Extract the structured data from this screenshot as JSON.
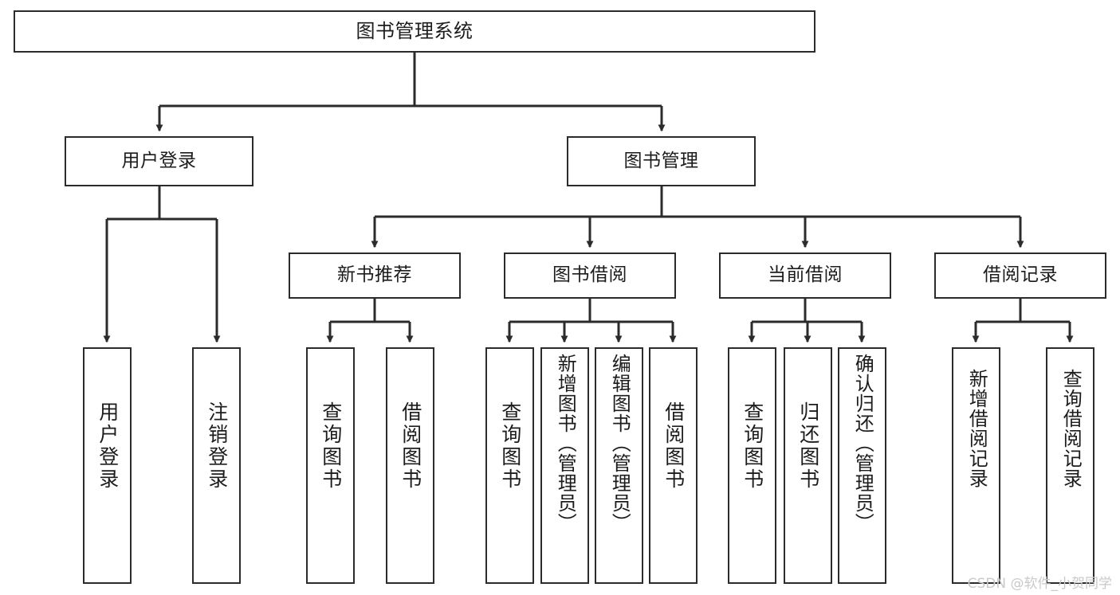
{
  "diagram": {
    "title": "图书管理系统",
    "type": "tree",
    "style": {
      "background": "#ffffff",
      "node_fill": "#ffffff",
      "node_border": "#2b2b2b",
      "edge_color": "#2b2b2b",
      "text_color": "#1c1c1c",
      "watermark_color": "#c9c9c9"
    },
    "levels": {
      "root": {
        "label": "图书管理系统"
      },
      "level2": [
        {
          "id": "user-login",
          "label": "用户登录"
        },
        {
          "id": "book-management",
          "label": "图书管理"
        }
      ],
      "level3": [
        {
          "id": "new-book-recommend",
          "label": "新书推荐",
          "parent": "book-management"
        },
        {
          "id": "book-borrow",
          "label": "图书借阅",
          "parent": "book-management"
        },
        {
          "id": "current-borrow",
          "label": "当前借阅",
          "parent": "book-management"
        },
        {
          "id": "borrow-record",
          "label": "借阅记录",
          "parent": "book-management"
        }
      ],
      "leaves": {
        "user-login": [
          {
            "id": "leaf-user-login",
            "label": "用户登录"
          },
          {
            "id": "leaf-user-logout",
            "label": "注销登录"
          }
        ],
        "new-book-recommend": [
          {
            "id": "leaf-query-book-1",
            "label": "查询图书"
          },
          {
            "id": "leaf-borrow-book-1",
            "label": "借阅图书"
          }
        ],
        "book-borrow": [
          {
            "id": "leaf-query-book-2",
            "label": "查询图书"
          },
          {
            "id": "leaf-add-book",
            "label": "新增图书（管理员）"
          },
          {
            "id": "leaf-edit-book",
            "label": "编辑图书（管理员）"
          },
          {
            "id": "leaf-borrow-book-2",
            "label": "借阅图书"
          }
        ],
        "current-borrow": [
          {
            "id": "leaf-query-book-3",
            "label": "查询图书"
          },
          {
            "id": "leaf-return-book",
            "label": "归还图书"
          },
          {
            "id": "leaf-confirm-return",
            "label": "确认归还（管理员）"
          }
        ],
        "borrow-record": [
          {
            "id": "leaf-add-record",
            "label": "新增借阅记录"
          },
          {
            "id": "leaf-query-record",
            "label": "查询借阅记录"
          }
        ]
      }
    }
  },
  "watermark": {
    "text": "CSDN @软件_小贺同学"
  }
}
